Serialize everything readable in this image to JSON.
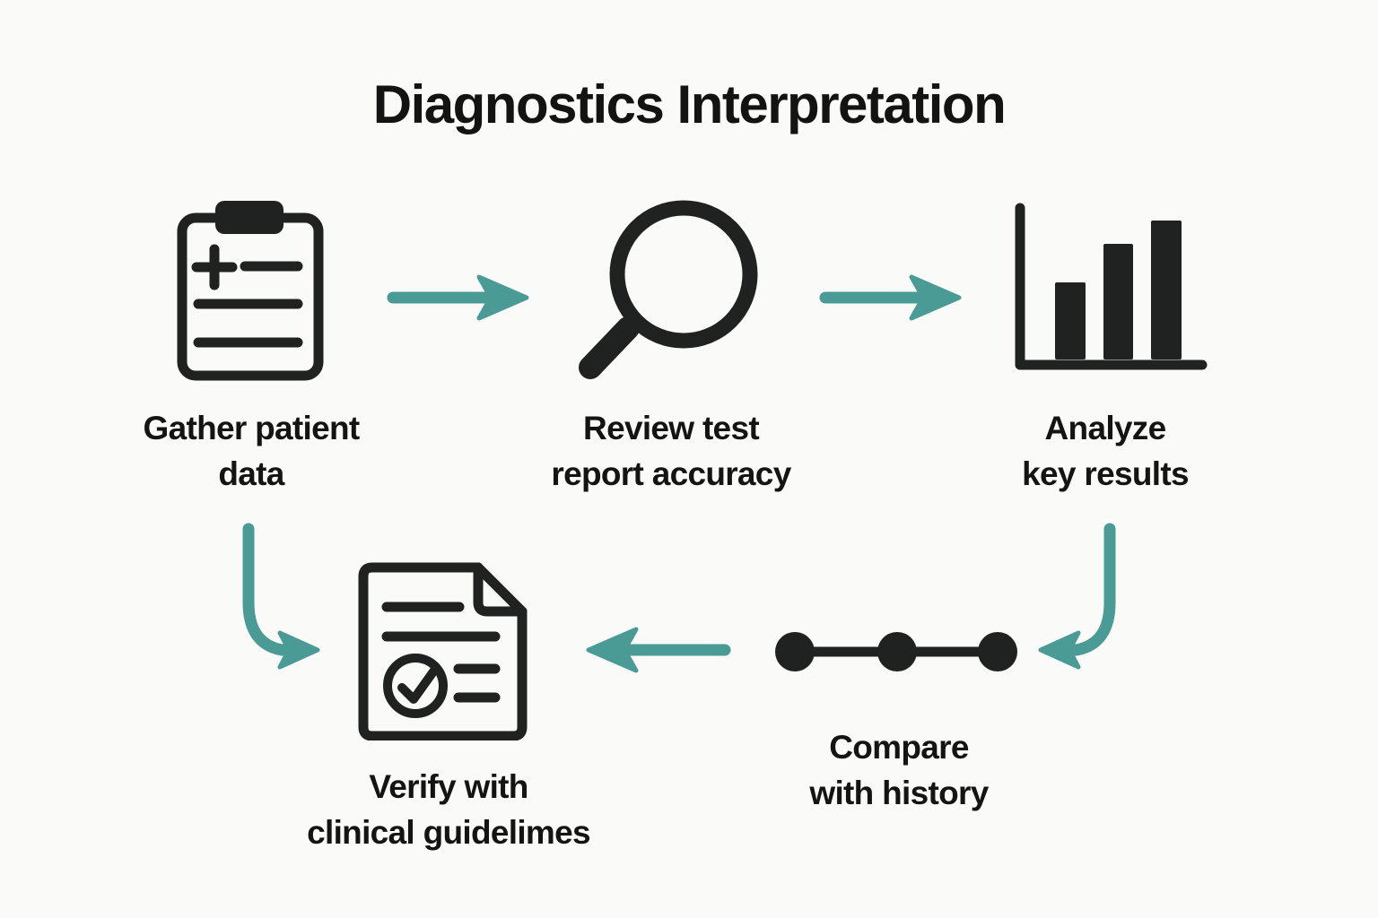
{
  "title": "Diagnostics Interpretation",
  "colors": {
    "background": "#fafaf8",
    "ink": "#1f2221",
    "text": "#141414",
    "accent": "#4a9a96"
  },
  "steps": [
    {
      "name": "gather-patient-data",
      "icon": "clipboard-medical-icon",
      "label_line1": "Gather patient",
      "label_line2": "data"
    },
    {
      "name": "review-test-report",
      "icon": "magnifier-icon",
      "label_line1": "Review test",
      "label_line2": "report accuracy"
    },
    {
      "name": "analyze-key-results",
      "icon": "bar-chart-icon",
      "label_line1": "Analyze",
      "label_line2": "key results"
    },
    {
      "name": "compare-with-history",
      "icon": "timeline-dots-icon",
      "label_line1": "Compare",
      "label_line2": "with history"
    },
    {
      "name": "verify-guidelines",
      "icon": "document-check-icon",
      "label_line1": "Verify with",
      "label_line2": "clinical guidelimes"
    }
  ],
  "connectors": [
    {
      "name": "arrow-gather-to-review",
      "type": "arrow-right"
    },
    {
      "name": "arrow-review-to-analyze",
      "type": "arrow-right"
    },
    {
      "name": "arrow-analyze-down-to-compare",
      "type": "arrow-curved-down-left"
    },
    {
      "name": "arrow-compare-to-verify",
      "type": "arrow-left"
    },
    {
      "name": "arrow-gather-down-to-verify",
      "type": "arrow-curved-down-right"
    }
  ]
}
